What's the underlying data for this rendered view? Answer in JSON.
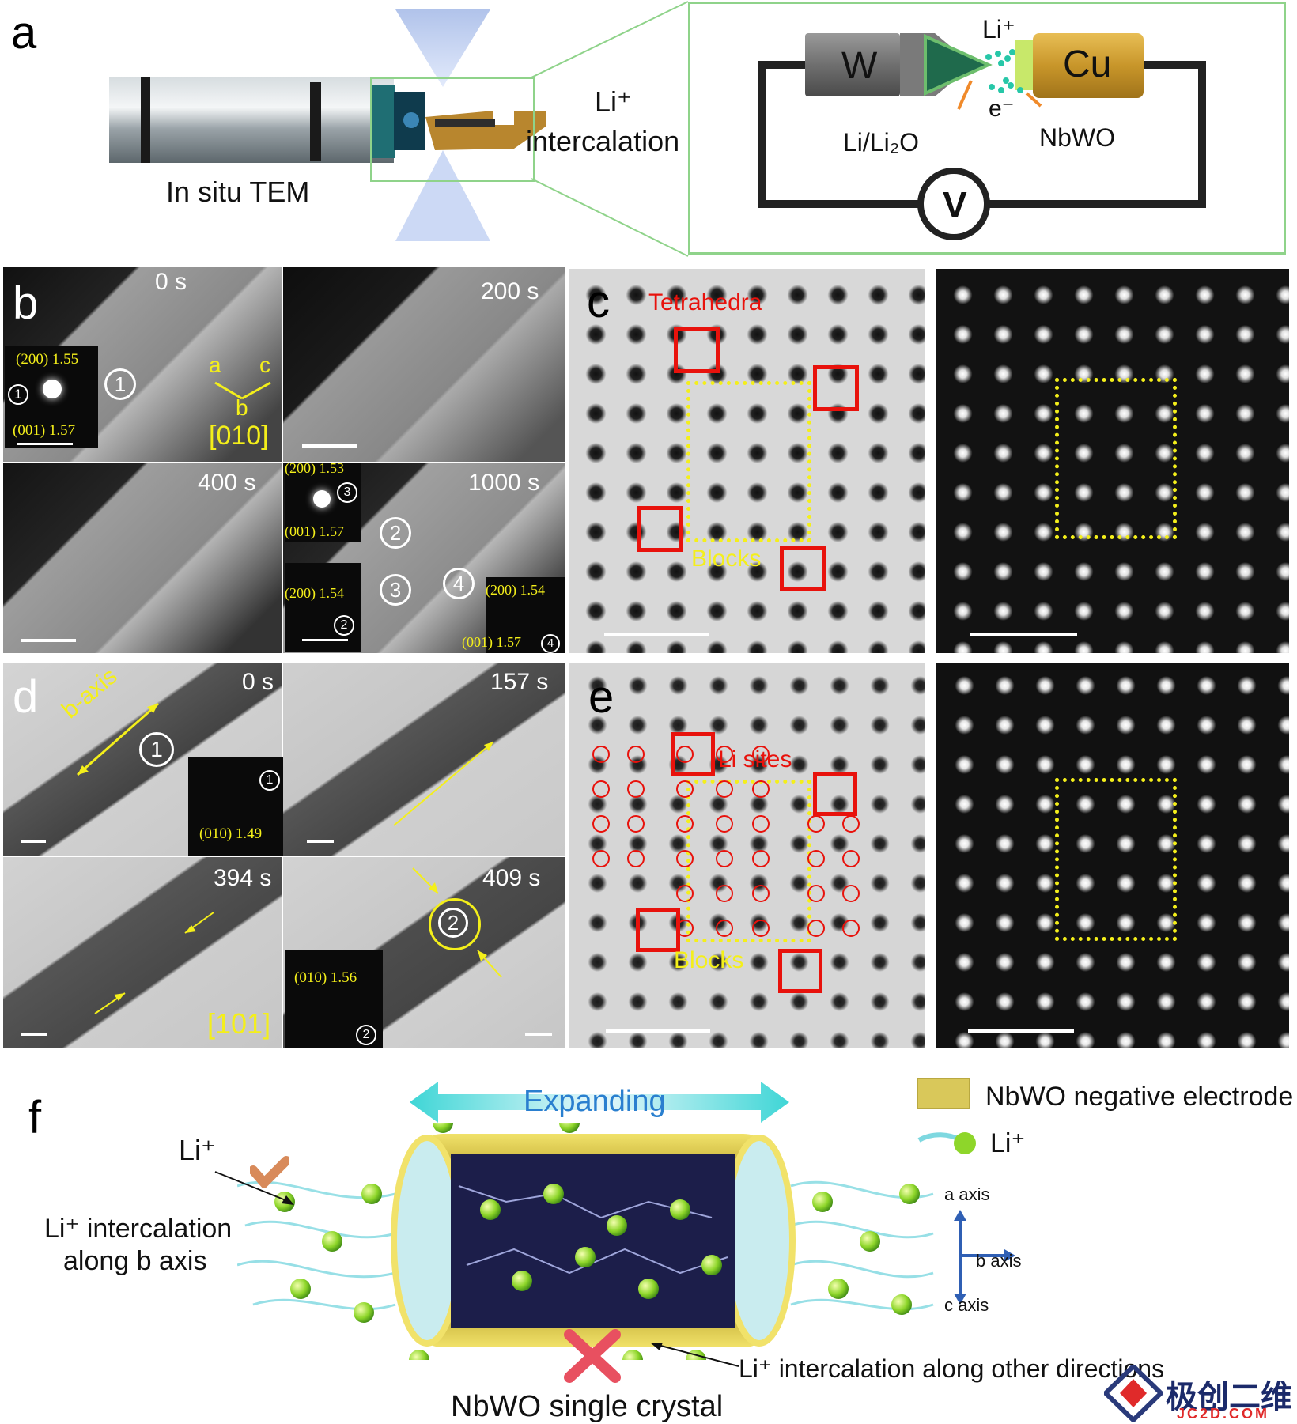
{
  "panel_a": {
    "letter": "a",
    "holder_label": "In situ TEM",
    "li_label": "Li⁺",
    "intercalation_label": "intercalation",
    "circuit": {
      "w_label": "W",
      "cu_label": "Cu",
      "li_ion": "Li⁺",
      "electron": "e⁻",
      "li_li2o": "Li/Li₂O",
      "nbwo": "NbWO",
      "volt": "V"
    }
  },
  "panel_b": {
    "letter": "b",
    "frames": [
      {
        "time": "0 s",
        "saed_top": "(200) 1.55",
        "saed_bottom": "(001) 1.57",
        "saed_num": "1",
        "circle": "1",
        "axis_a": "a",
        "axis_b": "b",
        "axis_c": "c",
        "zone": "[010]"
      },
      {
        "time": "200 s"
      },
      {
        "time": "400 s"
      },
      {
        "time": "1000 s",
        "circles": [
          "2",
          "3",
          "4"
        ]
      }
    ],
    "saed_mid": {
      "top": "(200) 1.53",
      "bottom": "(001) 1.57",
      "num": "3"
    },
    "saed_low": {
      "top": "(200) 1.54",
      "num": "2"
    },
    "saed_right": {
      "top": "(200) 1.54",
      "bottom": "(001) 1.57",
      "num": "4"
    }
  },
  "panel_c": {
    "letter": "c",
    "tetrahedra": "Tetrahedra",
    "blocks": "Blocks"
  },
  "panel_d": {
    "letter": "d",
    "b_axis": "b-axis",
    "frames": [
      {
        "time": "0 s",
        "circle": "1",
        "saed_label": "(010) 1.49",
        "saed_num": "1"
      },
      {
        "time": "157 s"
      },
      {
        "time": "394 s",
        "zone": "[101]"
      },
      {
        "time": "409 s",
        "circle": "2",
        "saed_label": "(010) 1.56",
        "saed_num": "2"
      }
    ]
  },
  "panel_e": {
    "letter": "e",
    "li_sites": "Li sites",
    "blocks": "Blocks"
  },
  "panel_f": {
    "letter": "f",
    "expanding": "Expanding",
    "li_plus": "Li⁺",
    "li_intercalation_b_1": "Li⁺ intercalation",
    "li_intercalation_b_2": "along b axis",
    "legend_electrode": "NbWO negative electrode",
    "legend_li": "Li⁺",
    "axis_a": "a axis",
    "axis_b": "b axis",
    "axis_c": "c axis",
    "other_dirs": "Li⁺ intercalation along other directions",
    "crystal": "NbWO single crystal"
  },
  "watermark": {
    "cn": "极创二维",
    "url": "JC2D.COM"
  },
  "colors": {
    "yellow_label": "#f4ef1a",
    "red_box": "#e8120c",
    "frame_green": "#8fd38a",
    "cyan_arrow": "#3fd6d6"
  }
}
